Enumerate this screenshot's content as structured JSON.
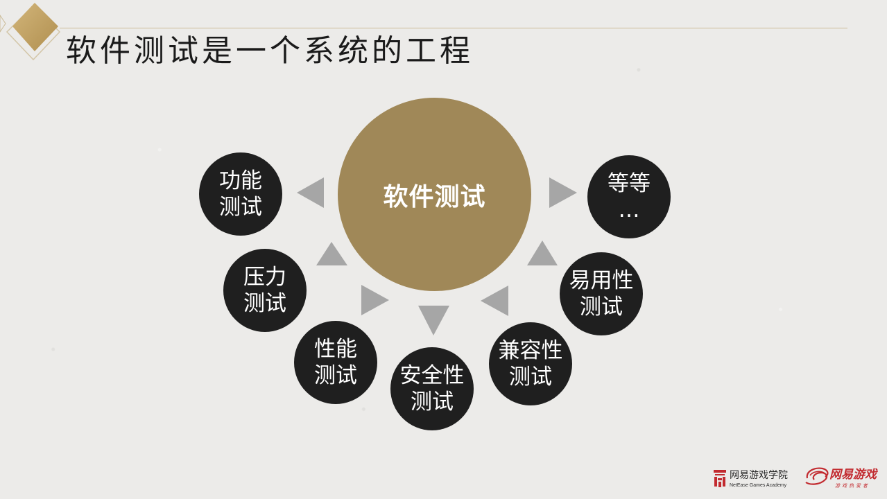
{
  "slide": {
    "title": "软件测试是一个系统的工程",
    "center": {
      "label": "软件测试"
    },
    "nodes": [
      {
        "id": "functional",
        "line1": "功能",
        "line2": "测试"
      },
      {
        "id": "stress",
        "line1": "压力",
        "line2": "测试"
      },
      {
        "id": "performance",
        "line1": "性能",
        "line2": "测试"
      },
      {
        "id": "security",
        "line1": "安全性",
        "line2": "测试"
      },
      {
        "id": "compatibility",
        "line1": "兼容性",
        "line2": "测试"
      },
      {
        "id": "usability",
        "line1": "易用性",
        "line2": "测试"
      },
      {
        "id": "etc",
        "line1": "等等",
        "line2": "…"
      }
    ]
  },
  "footer": {
    "academy_name": "网易游戏学院",
    "academy_en": "NetEase Games Academy",
    "brand_name": "网易游戏",
    "brand_slogan": "游戏热爱者"
  },
  "icons": [
    "diamond-logo-icon",
    "triangle-arrow-icon",
    "seal-icon",
    "netease-swirl-icon"
  ],
  "colors": {
    "background": "#ecebe9",
    "accent_gold": "#a08858",
    "node_dark": "#1f1f1f",
    "arrow_gray": "#a6a6a6",
    "brand_red": "#c22a2f"
  }
}
